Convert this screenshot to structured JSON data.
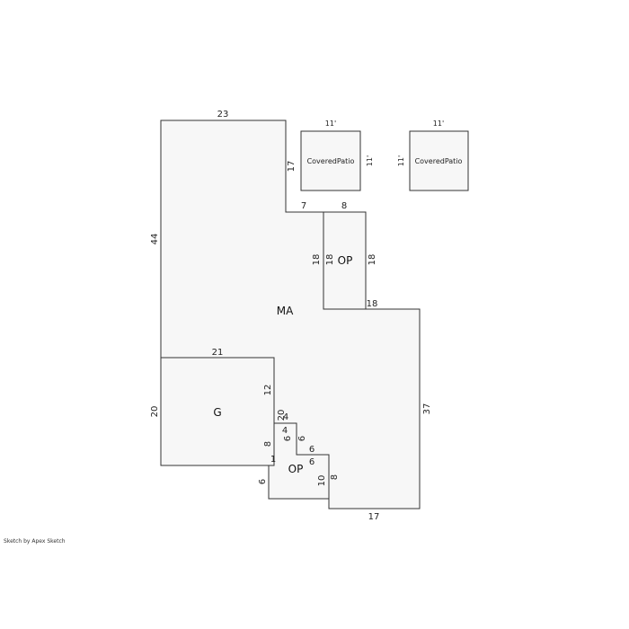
{
  "areas": {
    "main": "MA",
    "garage": "G",
    "porch_upper": "OP",
    "porch_lower": "OP",
    "patio_left": "CoveredPatio",
    "patio_right": "CoveredPatio"
  },
  "dimensions": {
    "ma_top": "23",
    "ma_left": "44",
    "ma_notch_vertical": "17",
    "ma_notch_horizontal": "7",
    "op_top": "8",
    "op_left_outer": "18",
    "op_left_inner": "18",
    "op_right": "18",
    "ma_right_step": "18",
    "ma_right": "37",
    "ma_bottom": "17",
    "g_top": "21",
    "g_left": "20",
    "g_right_upper": "12",
    "g_right_step": "20",
    "step_a": "4",
    "step_b": "4",
    "step_c": "6",
    "step_d": "6",
    "step_e": "6",
    "step_f": "8",
    "step_g": "1",
    "op2_left": "6",
    "op2_right_inner": "10",
    "op2_right_outer": "8"
  },
  "patios": {
    "left_top": "11'",
    "left_side": "11'",
    "right_top": "11'",
    "right_side": "11'"
  },
  "credit": "Sketch by Apex Sketch"
}
